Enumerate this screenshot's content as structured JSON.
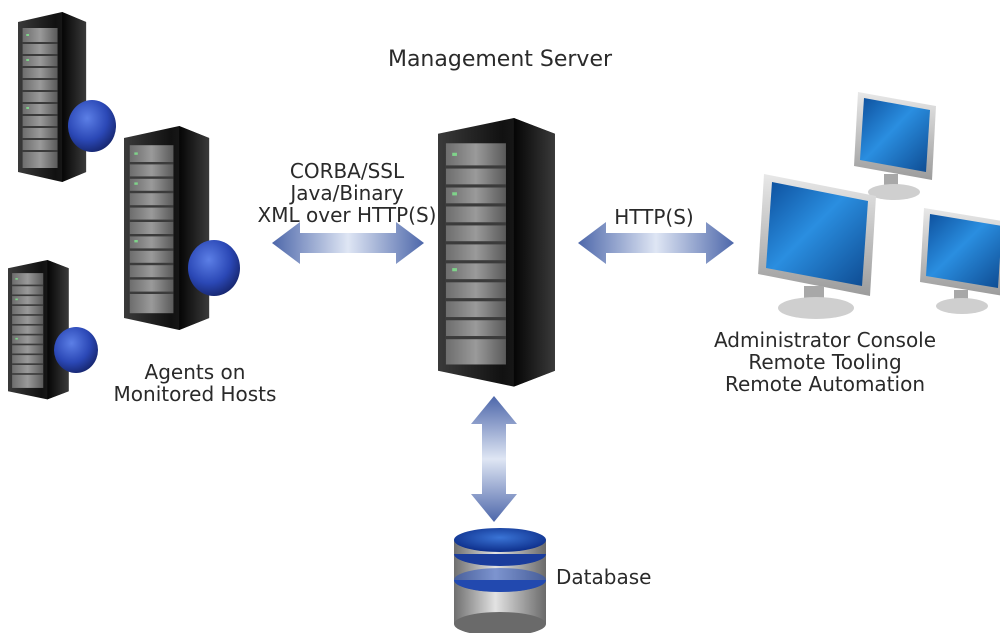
{
  "server_label": "Management Server",
  "left_protocols": [
    "CORBA/SSL",
    "Java/Binary",
    "XML over HTTP(S)"
  ],
  "right_protocol": "HTTP(S)",
  "agents_label": [
    "Agents on",
    "Monitored Hosts"
  ],
  "clients_label": [
    "Administrator Console",
    "Remote Tooling",
    "Remote Automation"
  ],
  "database_label": "Database",
  "colors": {
    "arrow": "#5a73b0",
    "agent_disc": "#2c49b8",
    "server_body": "#1b1b1b",
    "screen": "#1e78c8"
  }
}
